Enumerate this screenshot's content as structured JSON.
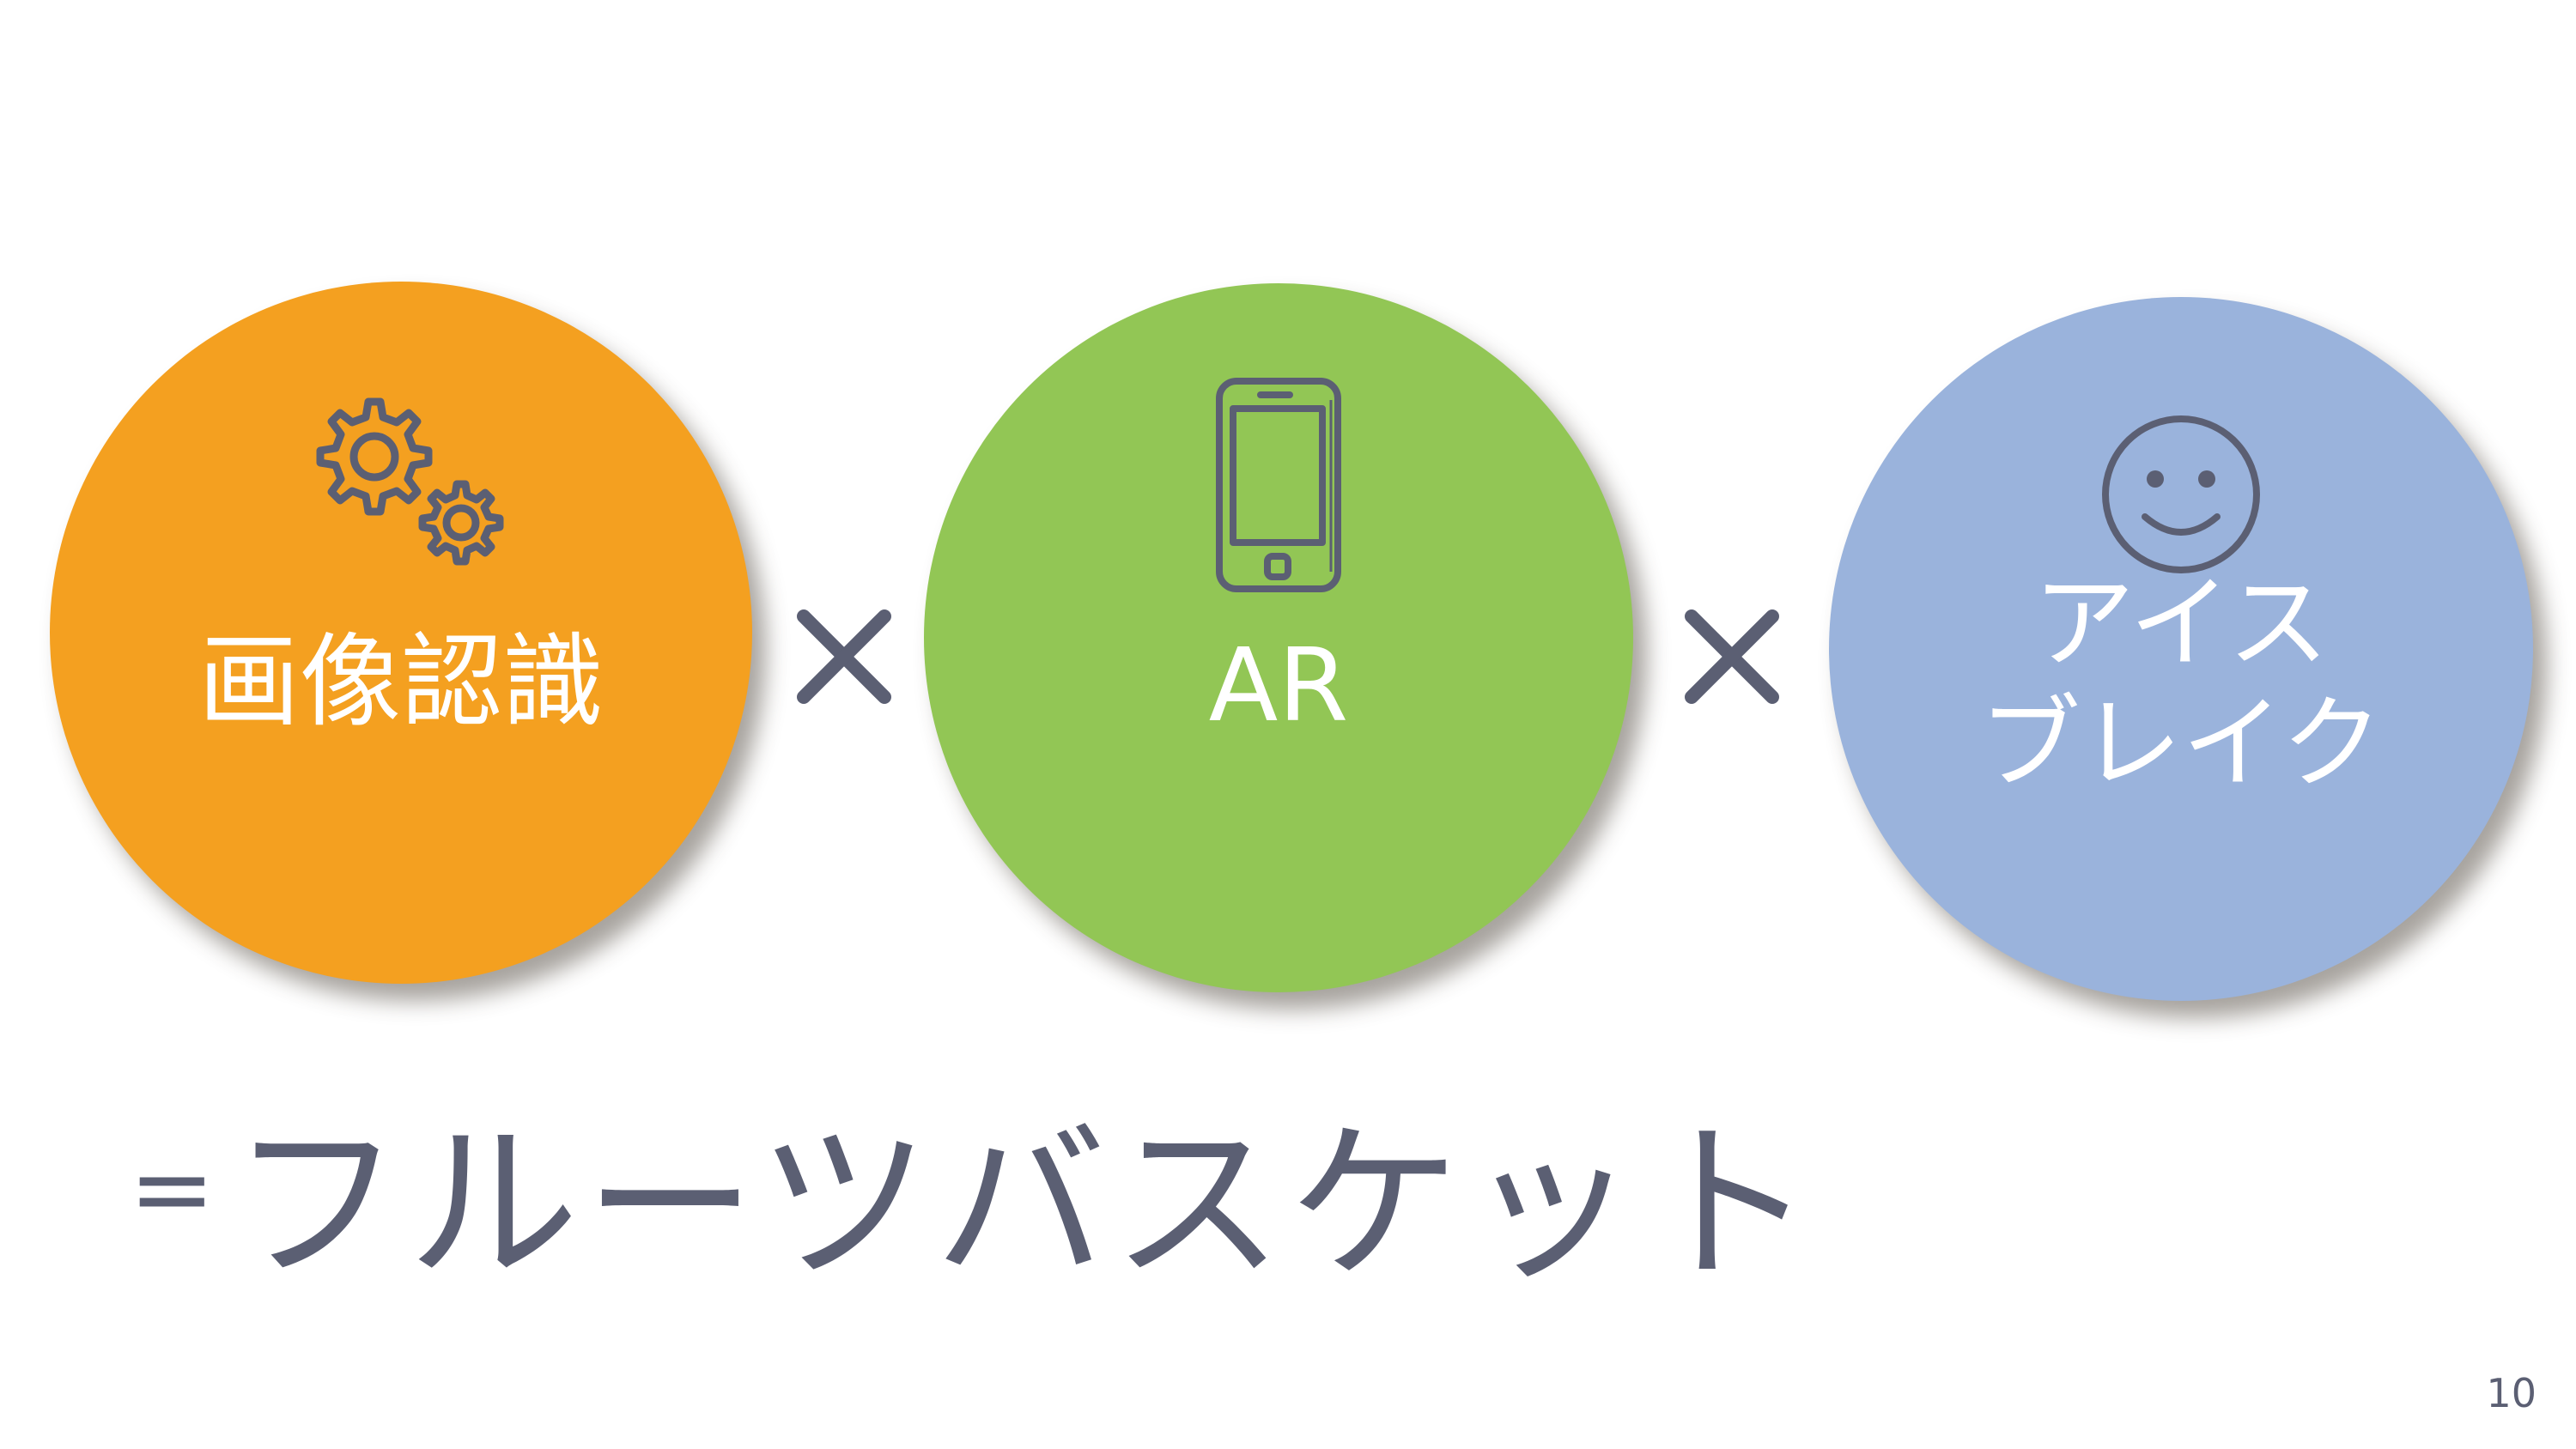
{
  "colors": {
    "orange": "#f4a020",
    "green": "#92c655",
    "blue": "#9ab3dc",
    "text_dark": "#5b5f73",
    "icon_stroke": "#5b5f73"
  },
  "circles": [
    {
      "label": "画像認識",
      "icon": "gears-icon"
    },
    {
      "label": "AR",
      "icon": "smartphone-icon"
    },
    {
      "label_lines": [
        "アイス",
        "ブレイク"
      ],
      "icon": "smiley-face-icon"
    }
  ],
  "operators": [
    "×",
    "×"
  ],
  "result": {
    "equals": "=",
    "text": "フルーツバスケット"
  },
  "page_number": "10"
}
